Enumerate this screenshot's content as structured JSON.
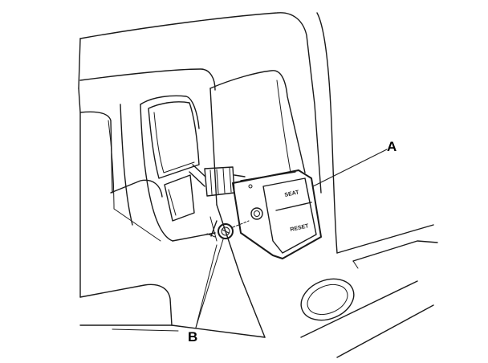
{
  "callouts": {
    "a": "A",
    "b": "B"
  },
  "switch_buttons": {
    "top": "SEAT",
    "bottom": "RESET"
  },
  "colors": {
    "line": "#1a1a1a",
    "background": "#ffffff"
  }
}
